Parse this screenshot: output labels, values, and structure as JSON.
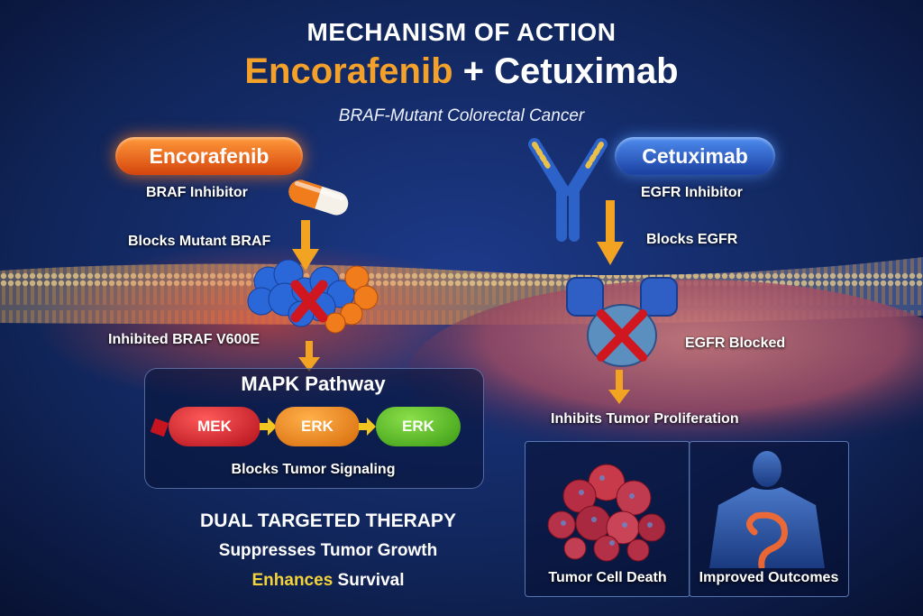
{
  "header": {
    "title_line1": "MECHANISM OF ACTION",
    "title_drug1": "Encorafenib",
    "title_plus": " + ",
    "title_drug2": "Cetuximab",
    "subtitle": "BRAF-Mutant Colorectal Cancer"
  },
  "left": {
    "pill_label": "Encorafenib",
    "role": "BRAF Inhibitor",
    "action": "Blocks Mutant BRAF",
    "target_label": "Inhibited BRAF V600E"
  },
  "right": {
    "pill_label": "Cetuximab",
    "role": "EGFR Inhibitor",
    "action": "Blocks EGFR",
    "target_label": "EGFR  Blocked",
    "effect": "Inhibits Tumor Proliferation"
  },
  "mapk": {
    "title": "MAPK Pathway",
    "nodes": [
      {
        "label": "MEK",
        "color": "#c8141e"
      },
      {
        "label": "ERK",
        "color": "#ea7a10"
      },
      {
        "label": "ERK",
        "color": "#4caf1e"
      }
    ],
    "caption": "Blocks Tumor Signaling"
  },
  "summary": {
    "line1": "DUAL TARGETED THERAPY",
    "line2": "Suppresses Tumor Growth",
    "line3_highlight": "Enhances",
    "line3_rest": " Survival"
  },
  "outcomes": {
    "panel1": "Tumor Cell Death",
    "panel2": "Improved Outcomes"
  },
  "colors": {
    "accent_orange": "#f3a12a",
    "accent_yellow": "#f5d33a",
    "accent_blue": "#2f6ad8"
  }
}
